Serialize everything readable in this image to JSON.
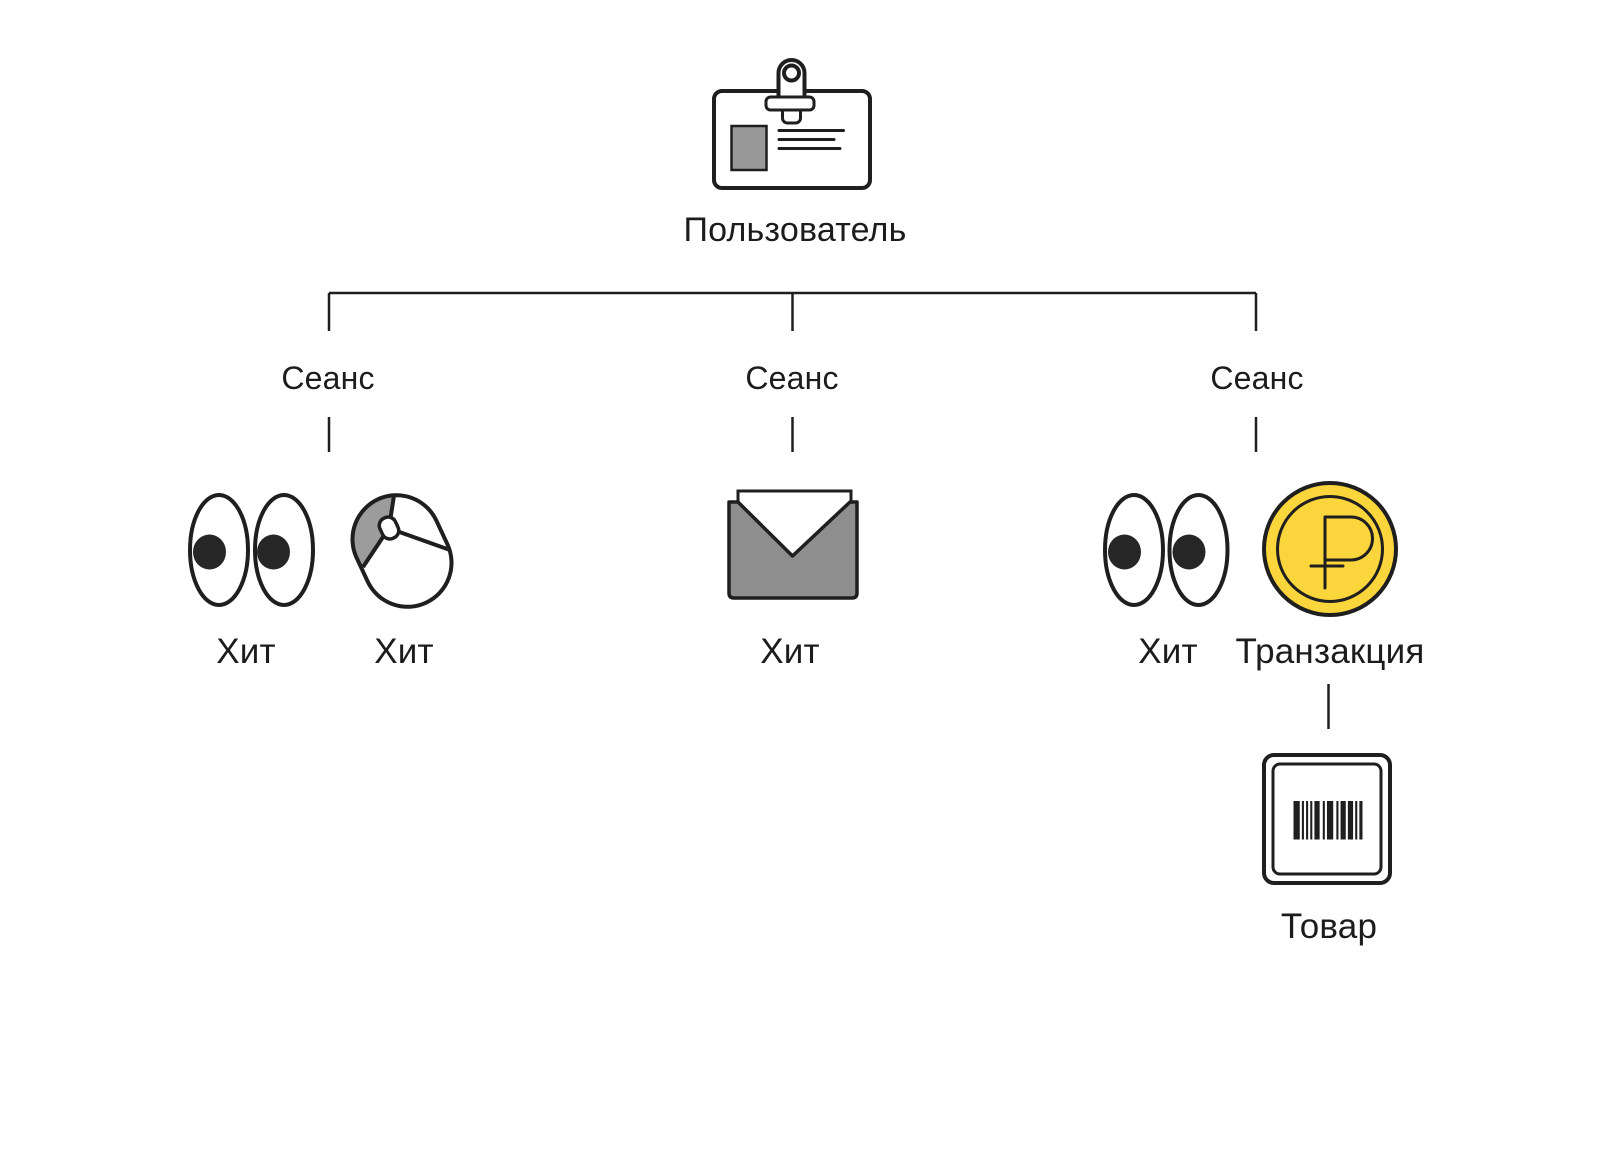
{
  "diagram_title": "User / session / hit hierarchy",
  "colors": {
    "background": "#ffffff",
    "stroke": "#1f1f1f",
    "text": "#1c1c1c",
    "gray_fill": "#999999",
    "envelope_gray": "#8e8e8e",
    "mouse_button_gray": "#9c9c9c",
    "coin_yellow": "#FBD53C",
    "pupil": "#262626"
  },
  "tree": {
    "root": {
      "label": "Пользователь",
      "icon": "id-badge-icon"
    },
    "sessions": [
      {
        "label": "Сеанс",
        "children": [
          {
            "label": "Хит",
            "icon": "eyes-icon"
          },
          {
            "label": "Хит",
            "icon": "mouse-icon"
          }
        ]
      },
      {
        "label": "Сеанс",
        "children": [
          {
            "label": "Хит",
            "icon": "envelope-icon"
          }
        ]
      },
      {
        "label": "Сеанс",
        "children": [
          {
            "label": "Хит",
            "icon": "eyes-icon"
          },
          {
            "label": "Транзакция",
            "icon": "ruble-coin-icon",
            "children": [
              {
                "label": "Товар",
                "icon": "barcode-icon"
              }
            ]
          }
        ]
      }
    ]
  },
  "barcode": {
    "pattern": [
      6,
      2,
      2,
      2,
      2,
      2,
      2,
      2,
      5,
      3,
      2,
      2,
      6,
      3,
      2,
      2,
      5,
      2,
      5,
      2,
      2,
      2,
      3
    ]
  }
}
